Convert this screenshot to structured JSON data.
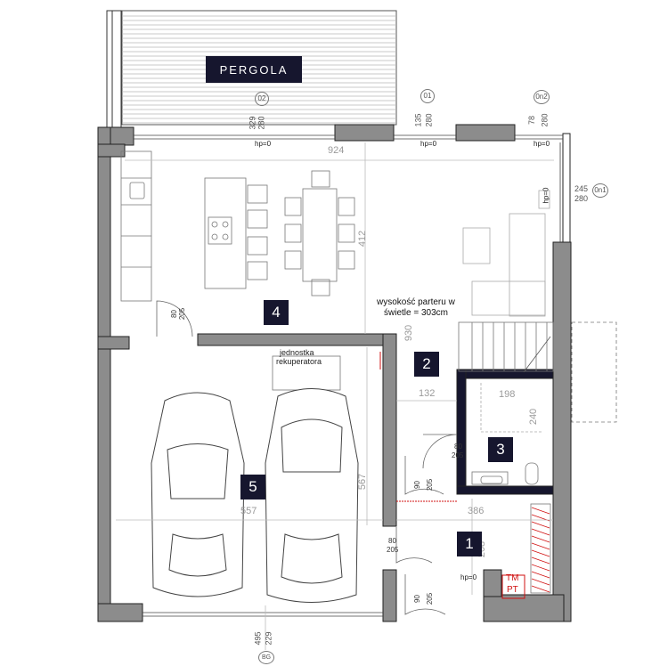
{
  "pergola_label": "PERGOLA",
  "rooms": [
    {
      "number": "4"
    },
    {
      "number": "2"
    },
    {
      "number": "3"
    },
    {
      "number": "5"
    },
    {
      "number": "1"
    }
  ],
  "notes": {
    "ceiling_line1": "wysokość parteru w",
    "ceiling_line2": "świetle = 303cm",
    "recuperator_line1": "jednostka",
    "recuperator_line2": "rekuperatora"
  },
  "dimensions": {
    "living_width": "924",
    "living_depth": "412",
    "hall_depth": "930",
    "hall_width": "132",
    "stair_width": "198",
    "stair_depth": "240",
    "garage_depth": "567",
    "garage_width": "557",
    "entry_width": "386",
    "entry_depth": "208"
  },
  "windows": [
    {
      "mark": "02",
      "w": "329",
      "h": "280",
      "sill": "hp=0"
    },
    {
      "mark": "01",
      "w": "135",
      "h": "280",
      "sill": "hp=0"
    },
    {
      "mark": "0n2",
      "w": "78",
      "h": "280",
      "sill": "hp=0"
    },
    {
      "mark": "0n1",
      "w": "245",
      "h": "280",
      "sill": "hp=0"
    },
    {
      "mark": "BG",
      "w": "495",
      "h": "229",
      "sill": ""
    }
  ],
  "doors": [
    {
      "w": "80",
      "h": "205"
    },
    {
      "w": "80",
      "h": "205"
    },
    {
      "w": "90",
      "h": "205"
    },
    {
      "w": "80",
      "h": "205"
    },
    {
      "w": "90",
      "h": "205"
    }
  ],
  "entry_sill": "hp=0",
  "meters": {
    "line1": "TM",
    "line2": "PT"
  },
  "colors": {
    "wall": "#8c8c8c",
    "label_bg": "#16162e",
    "accent_red": "#d01010",
    "dim_text": "#9a9a9a"
  }
}
